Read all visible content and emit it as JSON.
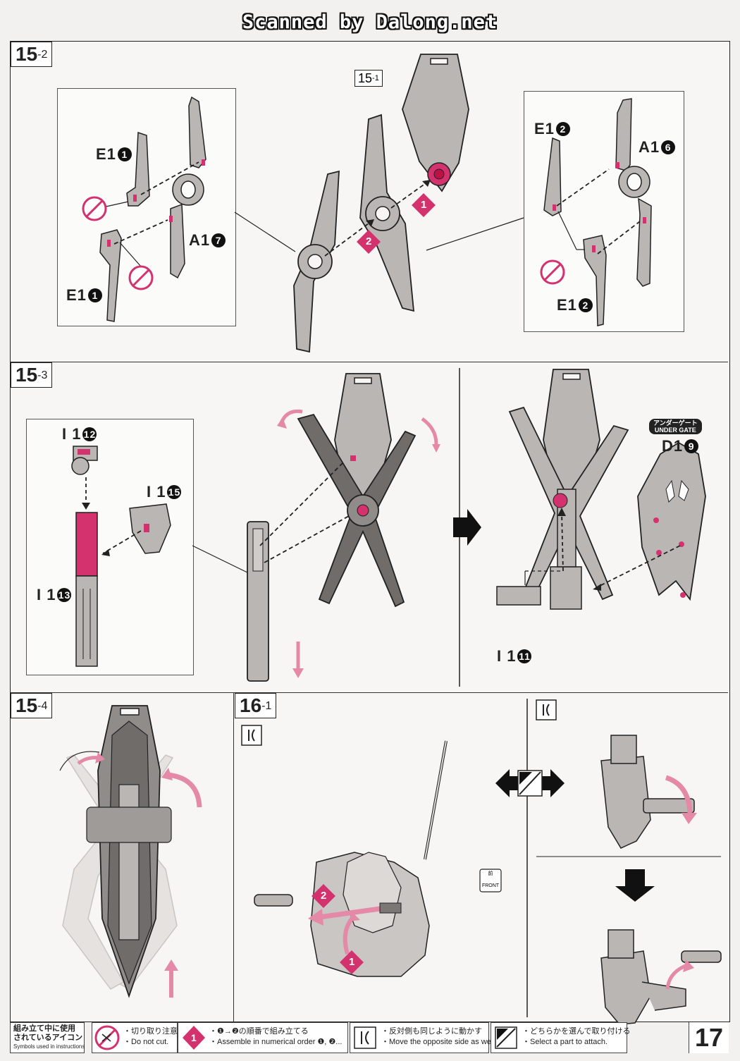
{
  "header": {
    "scanner_text": "Scanned by Dalong.net"
  },
  "steps": {
    "s15_2": {
      "label_main": "15",
      "label_sub": "-2",
      "ref_tag_main": "15",
      "ref_tag_sub": "-1",
      "left_box": {
        "part_top": "E1",
        "part_top_num": "1",
        "part_bottom": "E1",
        "part_bottom_num": "1",
        "part_a": "A1",
        "part_a_num": "7"
      },
      "right_box": {
        "part_top": "E1",
        "part_top_num": "2",
        "part_bottom": "E1",
        "part_bottom_num": "2",
        "part_a": "A1",
        "part_a_num": "6"
      },
      "order_1": "1",
      "order_2": "2"
    },
    "s15_3": {
      "label_main": "15",
      "label_sub": "-3",
      "left_box": {
        "part_i12": "I 1",
        "part_i12_num": "12",
        "part_i15": "I 1",
        "part_i15_num": "15",
        "part_i13": "I 1",
        "part_i13_num": "13"
      },
      "right": {
        "gate_jp": "アンダーゲート",
        "gate_en": "UNDER GATE",
        "part_d": "D1",
        "part_d_num": "9",
        "part_i11": "I 1",
        "part_i11_num": "11"
      }
    },
    "s15_4": {
      "label_main": "15",
      "label_sub": "-4"
    },
    "s16_1": {
      "label_main": "16",
      "label_sub": "-1",
      "front_label": "FRONT",
      "front_jp": "前",
      "order_1": "1",
      "order_2": "2"
    }
  },
  "legend": {
    "title_jp_1": "組み立て中に使用",
    "title_jp_2": "されているアイコン",
    "title_en": "Symbols used in instructions",
    "cut_jp": "・切り取り注意",
    "cut_en": "・Do not cut.",
    "order_jp": "・❶→❷の順番で組み立てる",
    "order_en": "・Assemble in numerical order ❶, ❷...",
    "opp_jp": "・反対側も同じように動かす",
    "opp_en": "・Move the opposite side as well.",
    "select_jp": "・どちらかを選んで取り付ける",
    "select_en": "・Select a part to attach."
  },
  "page_number": "17",
  "colors": {
    "accent": "#d4326e",
    "part_gray": "#b9b6b3",
    "dark_part": "#6f6c6a",
    "line": "#222222"
  }
}
